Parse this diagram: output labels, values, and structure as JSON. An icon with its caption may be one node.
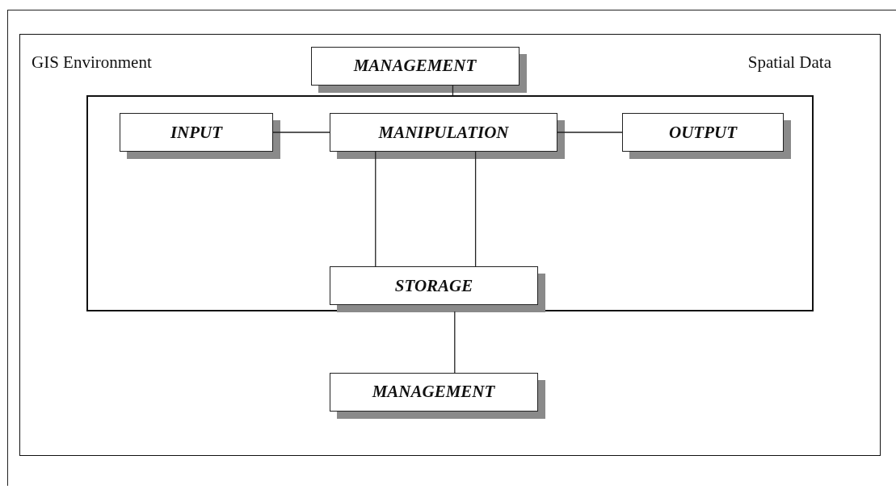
{
  "diagram": {
    "nodes": [
      {
        "text": [
          "GIS Environment",
          "Spatial Data"
        ]
      },
      {
        "text": [
          "MANAGEMENT"
        ],
        "in": 0
      },
      {
        "text": [],
        "shape": "box",
        "in": 0
      },
      {
        "text": [
          "INPUT"
        ],
        "in": 2
      },
      {
        "text": [
          "MANIPULATION"
        ],
        "in": 2
      },
      {
        "text": [
          "OUTPUT"
        ],
        "in": 2
      },
      {
        "text": [
          "STORAGE"
        ],
        "in": 2
      },
      {
        "text": [
          "MANAGEMENT"
        ],
        "in": 0
      }
    ],
    "edges": [
      {
        "from": 1,
        "to": 2,
        "arrow": "none"
      },
      {
        "from": 3,
        "to": 4,
        "arrow": "none"
      },
      {
        "from": 4,
        "to": 5,
        "arrow": "none"
      },
      {
        "from": 4,
        "to": 6,
        "arrow": "none"
      },
      {
        "from": 4,
        "to": 6,
        "arrow": "none"
      },
      {
        "from": 2,
        "to": 7,
        "arrow": "none"
      }
    ]
  }
}
